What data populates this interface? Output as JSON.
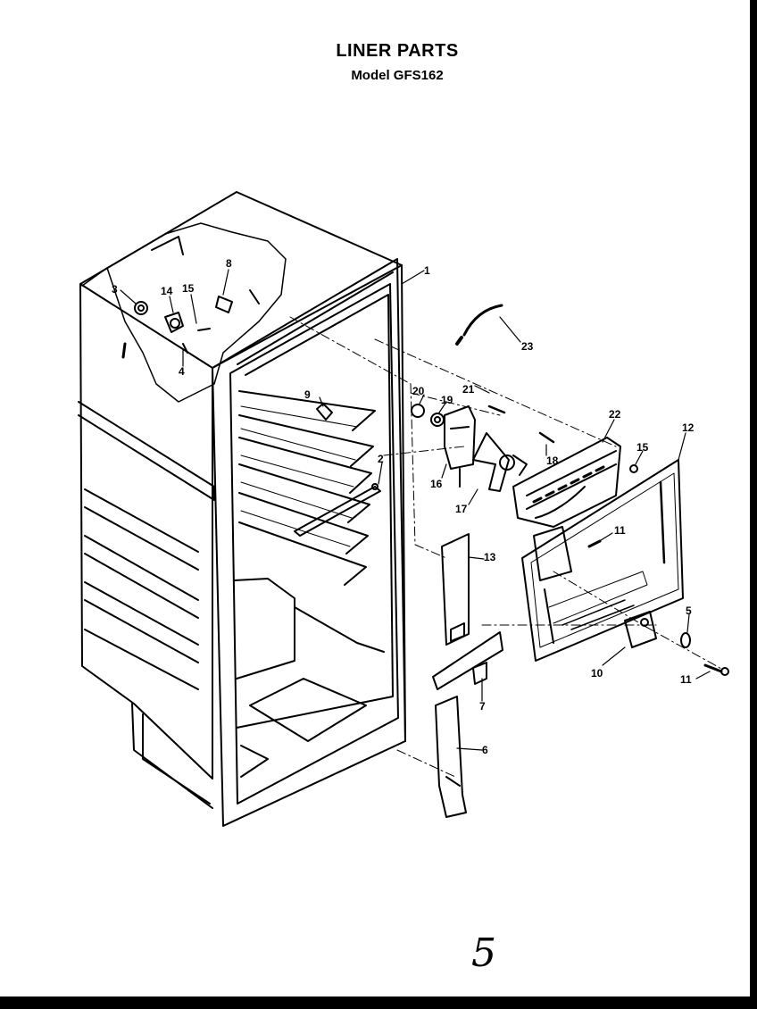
{
  "title": "LINER PARTS",
  "subtitle": "Model GFS162",
  "page_mark": "5",
  "callouts": [
    {
      "id": "c1",
      "label": "1"
    },
    {
      "id": "c2",
      "label": "2"
    },
    {
      "id": "c3",
      "label": "3"
    },
    {
      "id": "c4",
      "label": "4"
    },
    {
      "id": "c5",
      "label": "5"
    },
    {
      "id": "c6",
      "label": "6"
    },
    {
      "id": "c7",
      "label": "7"
    },
    {
      "id": "c8",
      "label": "8"
    },
    {
      "id": "c9",
      "label": "9"
    },
    {
      "id": "c10",
      "label": "10"
    },
    {
      "id": "c11a",
      "label": "11"
    },
    {
      "id": "c11b",
      "label": "11"
    },
    {
      "id": "c12",
      "label": "12"
    },
    {
      "id": "c13",
      "label": "13"
    },
    {
      "id": "c14",
      "label": "14"
    },
    {
      "id": "c15a",
      "label": "15"
    },
    {
      "id": "c15b",
      "label": "15"
    },
    {
      "id": "c16",
      "label": "16"
    },
    {
      "id": "c17",
      "label": "17"
    },
    {
      "id": "c18",
      "label": "18"
    },
    {
      "id": "c19",
      "label": "19"
    },
    {
      "id": "c20",
      "label": "20"
    },
    {
      "id": "c21",
      "label": "21"
    },
    {
      "id": "c22",
      "label": "22"
    },
    {
      "id": "c23",
      "label": "23"
    }
  ]
}
